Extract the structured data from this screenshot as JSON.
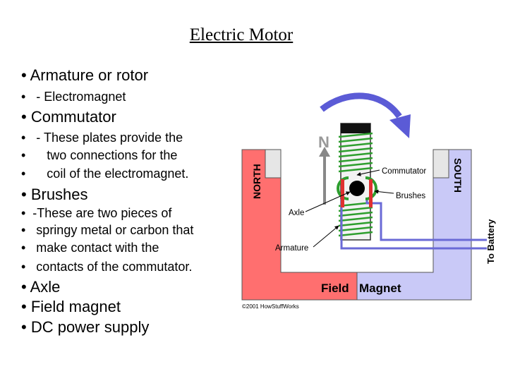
{
  "slide": {
    "title": "Electric Motor",
    "lines": [
      "• Armature or rotor",
      "•   - Electromagnet",
      "• Commutator",
      "•   - These plates provide the",
      "•      two connections for the",
      "•      coil of the electromagnet.",
      "• Brushes",
      "•  -These are two pieces of",
      "•   springy metal or carbon that",
      "•   make contact with the",
      "•   contacts of the commutator.",
      "• Axle",
      "• Field magnet",
      "• DC power supply"
    ]
  },
  "diagram": {
    "north_label": "NORTH",
    "south_label": "SOUTH",
    "n_marker": "N",
    "commutator_label": "Commutator",
    "brushes_label": "Brushes",
    "axle_label": "Axle",
    "armature_label": "Armature",
    "field_label_part1": "Field",
    "field_label_part2": "Magnet",
    "battery_label": "To Battery",
    "credit": "©2001 HowStuffWorks",
    "colors": {
      "north": "#ff6f6f",
      "south": "#c9c9f7",
      "coil": "#2e9e2e",
      "rotation_arrow": "#5b5bd6"
    }
  }
}
